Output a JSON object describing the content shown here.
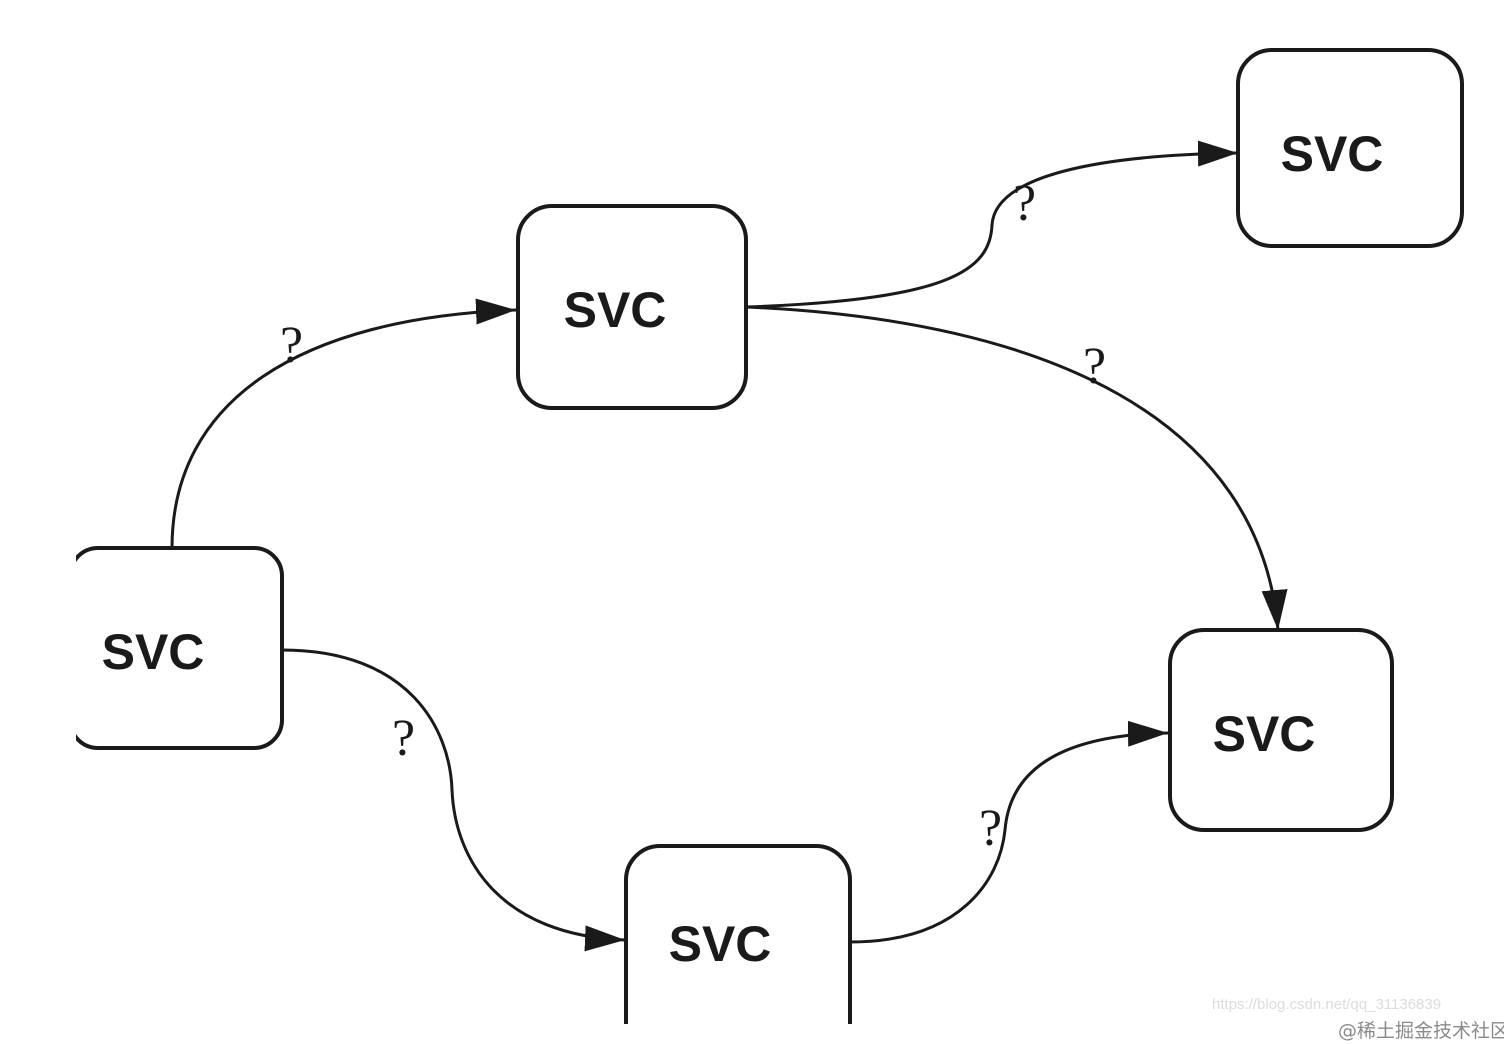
{
  "nodes": {
    "a": {
      "label": "SVC"
    },
    "b": {
      "label": "SVC"
    },
    "c": {
      "label": "SVC"
    },
    "d": {
      "label": "SVC"
    },
    "e": {
      "label": "SVC"
    }
  },
  "edges": {
    "a_b": {
      "label": "?"
    },
    "b_c": {
      "label": "?"
    },
    "b_d": {
      "label": "?"
    },
    "a_e": {
      "label": "?"
    },
    "e_d": {
      "label": "?"
    }
  },
  "watermark": {
    "url": "https://blog.csdn.net/qq_31136839",
    "site": "@稀土掘金技术社区"
  },
  "colors": {
    "stroke": "#1a1a1a",
    "background": "#ffffff"
  }
}
